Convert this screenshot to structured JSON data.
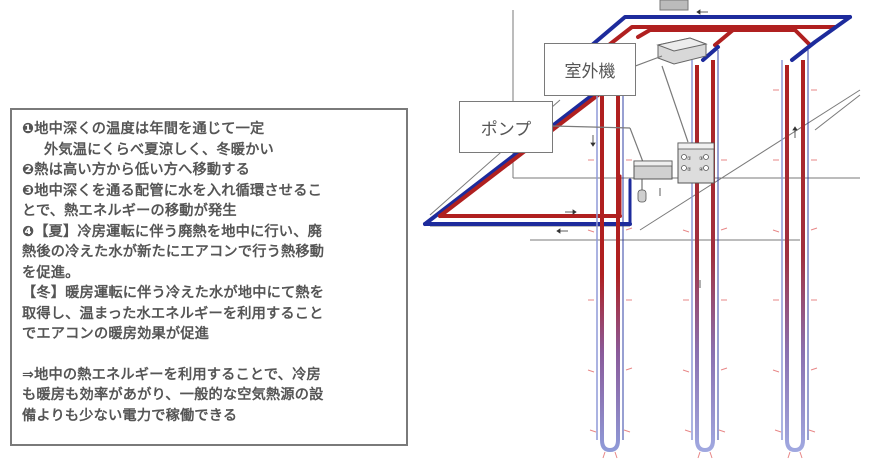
{
  "explanation": {
    "lines": [
      "❶地中深くの温度は年間を通じて一定",
      "外気温にくらべ夏涼しく、冬暖かい",
      "❷熱は高い方から低い方へ移動する",
      "❸地中深くを通る配管に水を入れ循環させるこ",
      "とで、熱エネルギーの移動が発生",
      "❹【夏】冷房運転に伴う廃熱を地中に行い、廃",
      "熱後の冷えた水が新たにエアコンで行う熱移動",
      "を促進。",
      "【冬】暖房運転に伴う冷えた水が地中にて熱を",
      "取得し、温まった水エネルギーを利用すること",
      "でエアコンの暖房効果が促進",
      "⇒地中の熱エネルギーを利用することで、冷房",
      "も暖房も効率があがり、一般的な空気熱源の設",
      "備よりも少ない電力で稼働できる"
    ]
  },
  "labels": {
    "outdoor_unit": "室外機",
    "pump": "ポンプ",
    "port_1": "①",
    "port_2": "②",
    "port_3": "③",
    "port_4": "④"
  },
  "colors": {
    "hot": "#b02020",
    "cold": "#1d2b9c",
    "frame": "#7a7a7a",
    "text": "#555555"
  }
}
